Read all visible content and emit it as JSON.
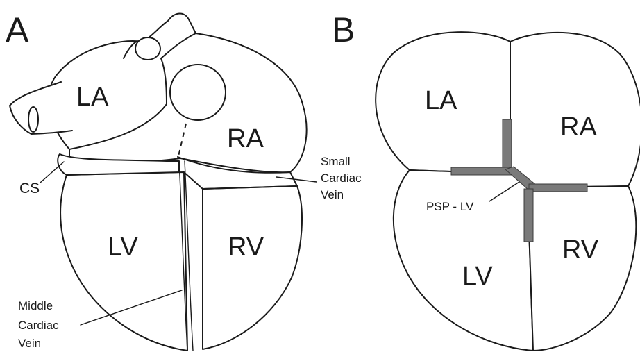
{
  "panel_a": {
    "letter": "A",
    "chambers": {
      "la": "LA",
      "ra": "RA",
      "lv": "LV",
      "rv": "RV"
    },
    "labels": {
      "cs": "CS",
      "small_cardiac_vein": [
        "Small",
        "Cardiac",
        "Vein"
      ],
      "middle_cardiac_vein": [
        "Middle",
        "Cardiac",
        "Vein"
      ]
    }
  },
  "panel_b": {
    "letter": "B",
    "chambers": {
      "la": "LA",
      "ra": "RA",
      "lv": "LV",
      "rv": "RV"
    },
    "labels": {
      "psp_lv": "PSP - LV"
    }
  },
  "colors": {
    "ink": "#1a1a1a",
    "septal_shading": "#7a7a7a"
  }
}
